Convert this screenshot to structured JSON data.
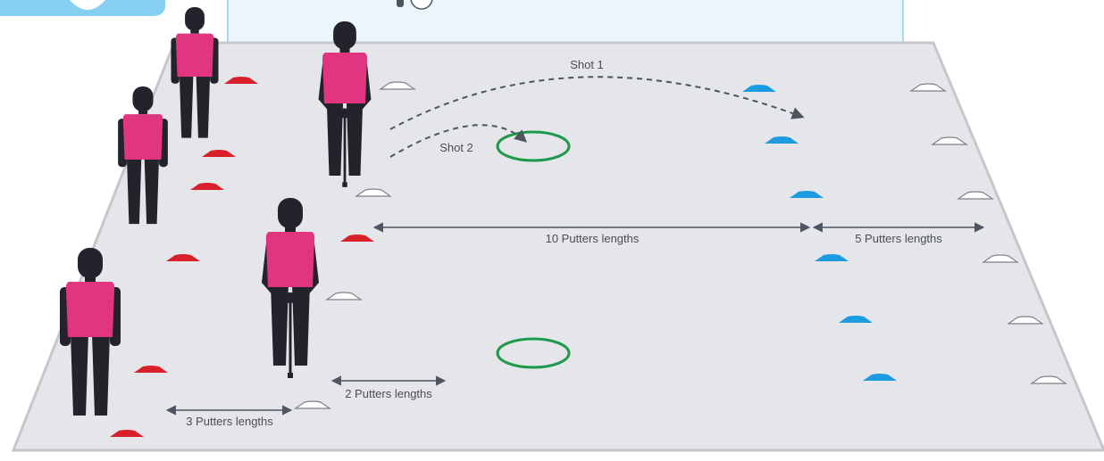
{
  "diagram": {
    "labels": {
      "shot_1": "Shot 1",
      "shot_2": "Shot 2",
      "ten_putters": "10 Putters lengths",
      "five_putters": "5 Putters lengths",
      "two_putters": "2 Putters lengths",
      "three_putters": "3 Putters lengths"
    },
    "colors": {
      "field": "#e5e6e9",
      "field_border": "#c4c7cc",
      "bib": "#e0357f",
      "body": "#23242b",
      "red_cone": "#d9202a",
      "blue_cone": "#1c9be0",
      "white_cone": "#ffffff",
      "target_ring": "#1d9a49",
      "arrow": "#4d5560",
      "backboard": "#eaf6fc",
      "backboard_border": "#a9d8ee",
      "badge": "#85cff1"
    },
    "icons": [
      "player-figure",
      "cone",
      "target-ring",
      "golf-putter"
    ]
  }
}
